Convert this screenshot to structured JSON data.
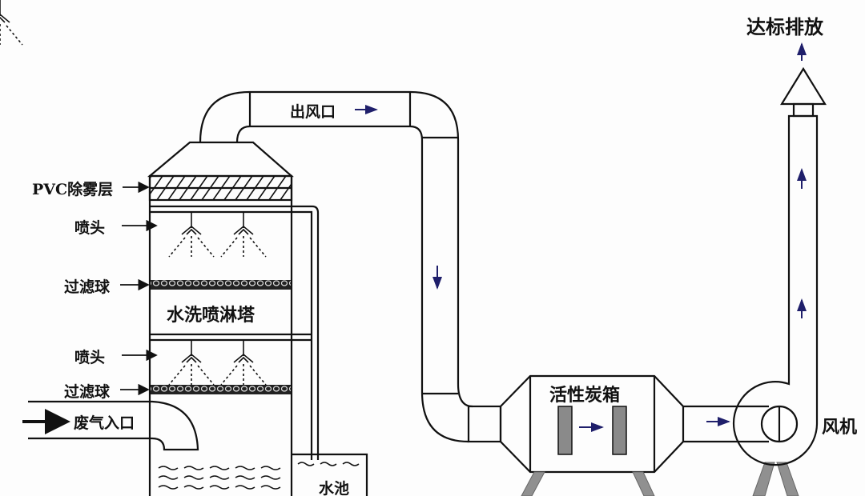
{
  "labels": {
    "discharge": "达标排放",
    "outlet": "出风口",
    "pvc_layer": "PVC除雾层",
    "nozzle_top": "喷头",
    "filter_top": "过滤球",
    "tower": "水洗喷淋塔",
    "nozzle_bottom": "喷头",
    "filter_bottom": "过滤球",
    "inlet": "废气入口",
    "pool": "水池",
    "carbon_box": "活性炭箱",
    "fan": "风机"
  },
  "colors": {
    "line": "#111111",
    "arrow": "#1f1f6b",
    "carbon": "#8a8a8a",
    "leg": "#909090"
  }
}
